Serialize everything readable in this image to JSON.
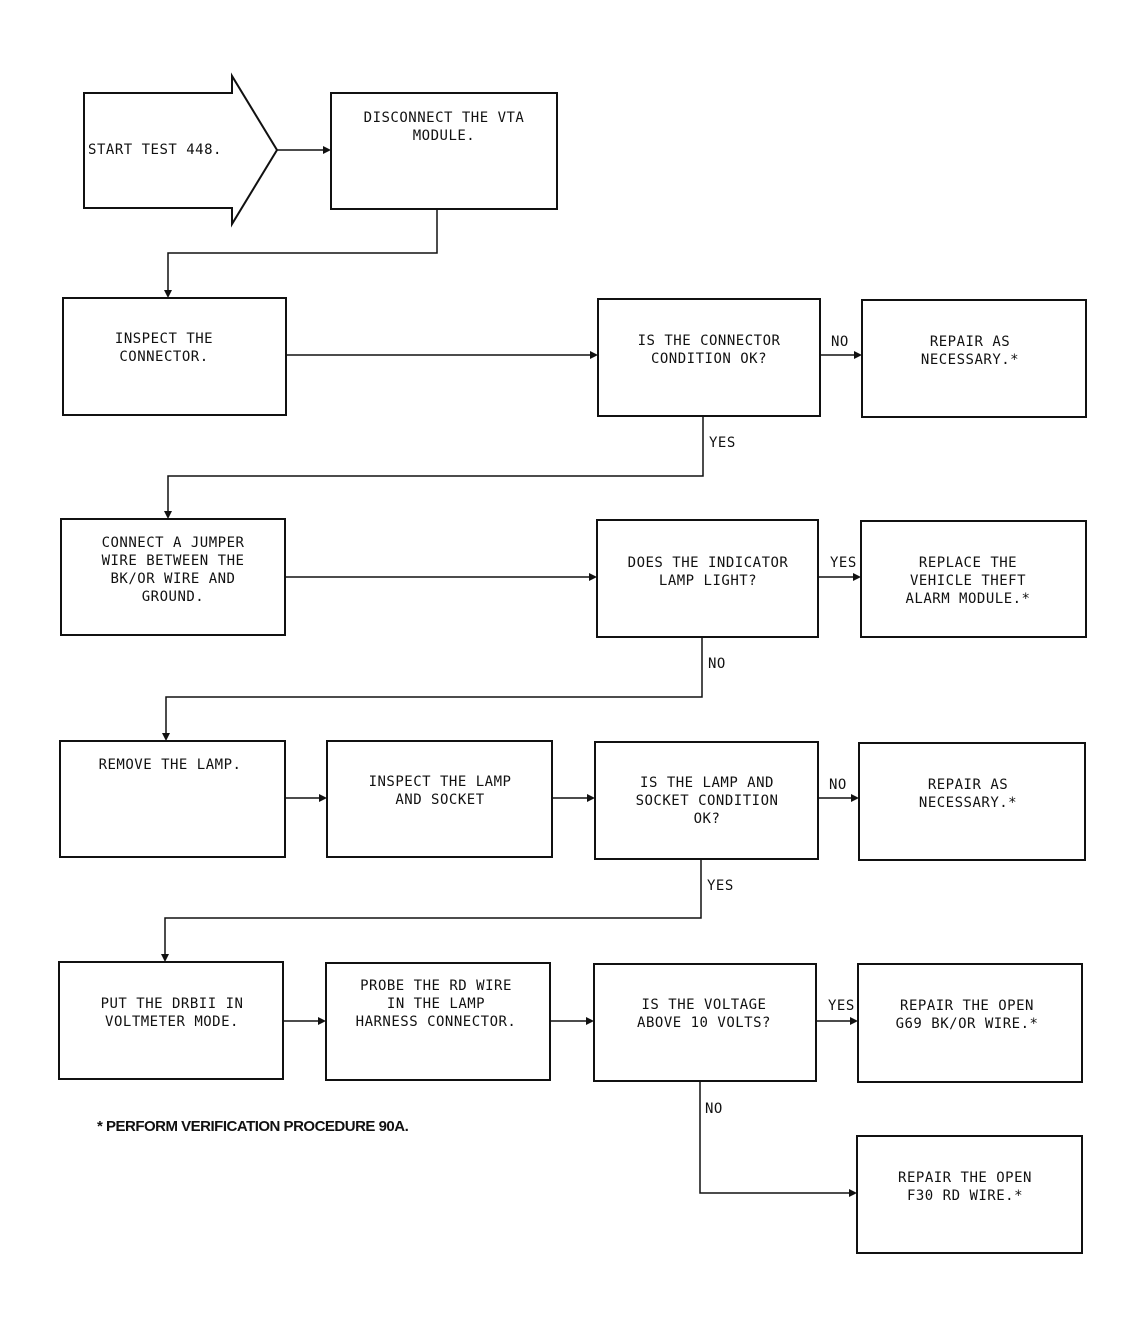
{
  "nodes": {
    "start": [
      "START TEST 448."
    ],
    "disconnect": [
      "DISCONNECT THE VTA",
      "MODULE."
    ],
    "inspect_connector": [
      "INSPECT THE",
      "CONNECTOR."
    ],
    "q_connector": [
      "IS THE CONNECTOR",
      "CONDITION OK?"
    ],
    "repair1": [
      "REPAIR AS",
      "NECESSARY.*"
    ],
    "jumper": [
      "CONNECT A JUMPER",
      "WIRE BETWEEN THE",
      "BK/OR WIRE AND",
      "GROUND."
    ],
    "q_lamp_light": [
      "DOES THE INDICATOR",
      "LAMP LIGHT?"
    ],
    "replace_module": [
      "REPLACE THE",
      "VEHICLE THEFT",
      "ALARM MODULE.*"
    ],
    "remove_lamp": [
      "REMOVE THE LAMP."
    ],
    "inspect_lamp": [
      "INSPECT THE LAMP",
      "AND SOCKET"
    ],
    "q_lamp_socket": [
      "IS THE LAMP AND",
      "SOCKET CONDITION",
      "OK?"
    ],
    "repair2": [
      "REPAIR AS",
      "NECESSARY.*"
    ],
    "drbii": [
      "PUT THE DRBII IN",
      "VOLTMETER MODE."
    ],
    "probe": [
      "PROBE THE RD WIRE",
      "IN THE LAMP",
      "HARNESS CONNECTOR."
    ],
    "q_voltage": [
      "IS THE VOLTAGE",
      "ABOVE 10 VOLTS?"
    ],
    "repair_g69": [
      "REPAIR THE OPEN",
      "G69 BK/OR WIRE.*"
    ],
    "repair_f30": [
      "REPAIR THE OPEN",
      "F30 RD WIRE.*"
    ]
  },
  "edge_labels": {
    "q_connector_no": "NO",
    "q_connector_yes": "YES",
    "q_lamp_light_yes": "YES",
    "q_lamp_light_no": "NO",
    "q_lamp_socket_no": "NO",
    "q_lamp_socket_yes": "YES",
    "q_voltage_yes": "YES",
    "q_voltage_no": "NO"
  },
  "footnote": "* PERFORM VERIFICATION PROCEDURE 90A."
}
